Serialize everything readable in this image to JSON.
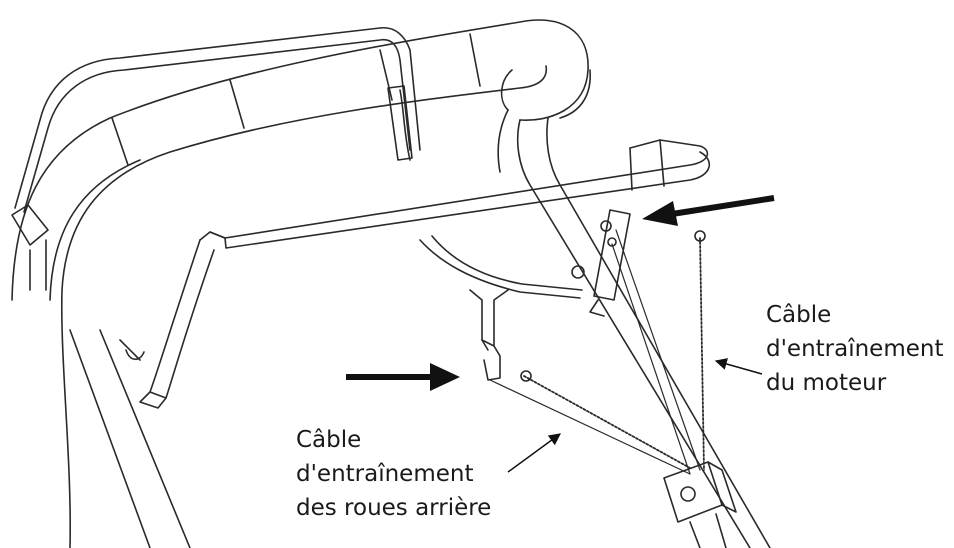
{
  "labels": {
    "engine_cable": [
      "Câble",
      "d'entraînement",
      "du moteur"
    ],
    "rear_wheels_cable": [
      "Câble",
      "d'entraînement",
      "des roues arrière"
    ]
  },
  "colors": {
    "line": "#2a2a2a",
    "arrow": "#111111",
    "background": "#ffffff"
  }
}
